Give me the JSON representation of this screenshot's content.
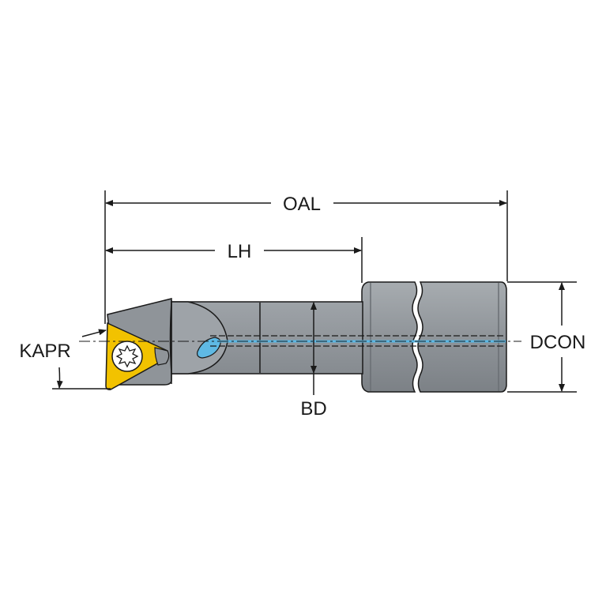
{
  "labels": {
    "oal": "OAL",
    "lh": "LH",
    "kapr": "KAPR",
    "bd": "BD",
    "dcon": "DCON"
  },
  "colors": {
    "body": "#8e9499",
    "body_light": "#b2b7bb",
    "body_dark": "#5c6166",
    "insert": "#f2c200",
    "coolant": "#58b8e6",
    "line": "#1a1a1a"
  },
  "icons": {
    "insert_screw": "torx-screw-icon"
  }
}
